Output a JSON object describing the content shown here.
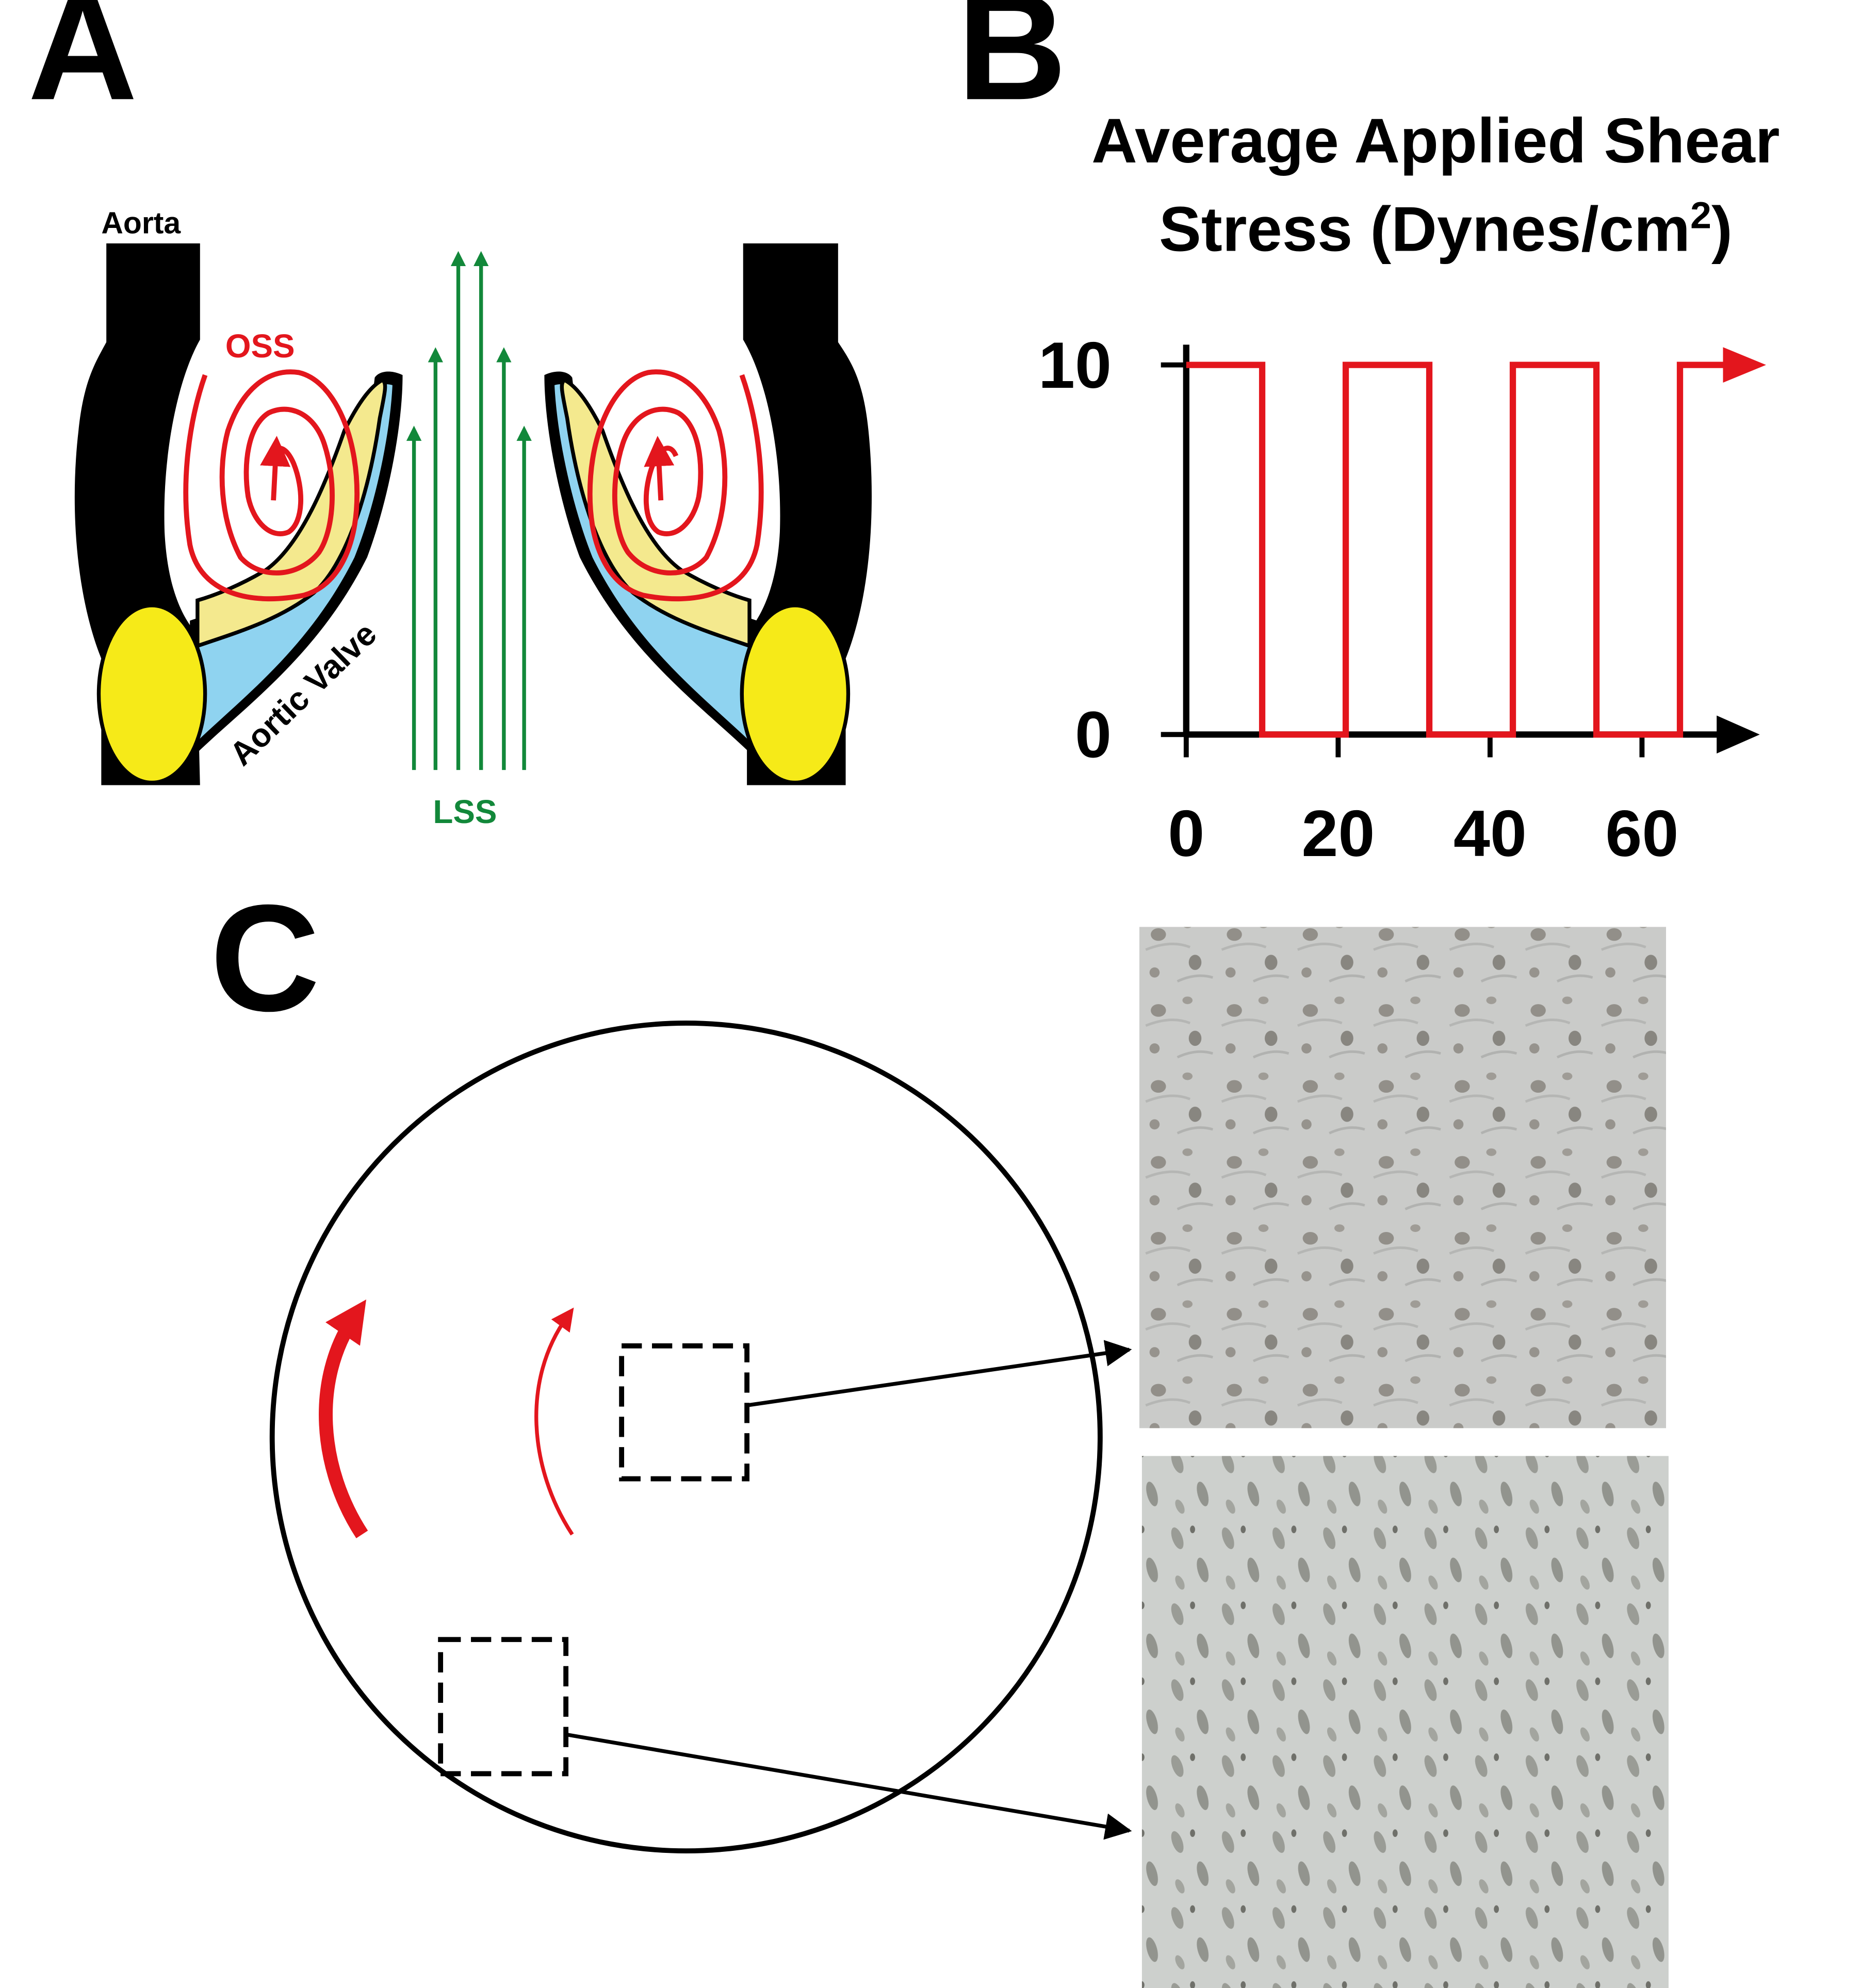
{
  "panels": {
    "a": {
      "letter": "A",
      "labels": {
        "aorta": "Aorta",
        "oss": "OSS",
        "lss": "LSS",
        "aortic_valve": "Aortic Valve"
      },
      "colors": {
        "wall": "#000000",
        "oss": "#e3161d",
        "lss": "#12883a",
        "leaflet_yellow": "#f4e98e",
        "leaflet_blue": "#8fd3f0",
        "sinus_yellow": "#f6ea18"
      }
    },
    "b": {
      "letter": "B",
      "title_line1": "Average Applied Shear",
      "title_line2_main": "Stress (Dynes/cm",
      "title_line2_sup": "2",
      "title_line2_end": ")"
    },
    "c": {
      "letter": "C",
      "colors": {
        "flow": "#e3161d",
        "outline": "#000000"
      }
    }
  },
  "chart_data": {
    "type": "line",
    "title": "Average Applied Shear Stress (Dynes/cm²)",
    "xlabel": "",
    "ylabel": "",
    "x_ticks": [
      0,
      20,
      40,
      60
    ],
    "y_ticks": [
      0,
      10
    ],
    "xlim": [
      0,
      75
    ],
    "ylim": [
      0,
      10
    ],
    "series": [
      {
        "color": "#e3161d",
        "x": [
          0,
          10,
          10,
          21,
          21,
          32,
          32,
          43,
          43,
          54,
          54,
          65,
          65,
          73
        ],
        "y": [
          10,
          10,
          0,
          0,
          10,
          10,
          0,
          0,
          10,
          10,
          0,
          0,
          10,
          10
        ]
      }
    ]
  }
}
